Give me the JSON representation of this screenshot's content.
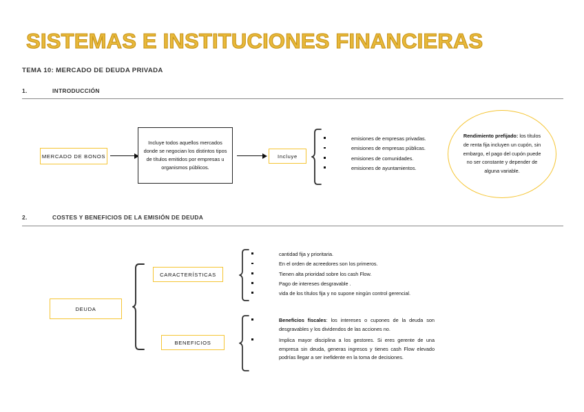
{
  "document": {
    "title": "SISTEMAS E INSTITUCIONES FINANCIERAS",
    "subtitle": "TEMA 10: MERCADO DE DEUDA PRIVADA",
    "title_color": "#e8b93a",
    "accent_color": "#f5c431",
    "rule_color": "#888888"
  },
  "sections": [
    {
      "number": "1.",
      "heading": "INTRODUCCIÓN"
    },
    {
      "number": "2.",
      "heading": "COSTES Y BENEFICIOS DE LA EMISIÓN DE DEUDA"
    }
  ],
  "diagram1": {
    "start_box": "MERCADO DE BONOS",
    "definition_box": "Incluye todos aquellos mercados donde se negocian los distintos tipos de títulos emitidos por empresas u organismos públicos.",
    "includes_box": "Incluye",
    "includes_items": [
      "emisiones de empresas privadas.",
      "emisiones de empresas públicas.",
      "emisiones de comunidades.",
      "emisiones de ayuntamientos."
    ],
    "note_ellipse": {
      "lead": "Rendimiento prefijado:",
      "body": " los títulos de renta fija incluyen un cupón, sin embargo, el pago del cupón puede no ser constante y depender de alguna variable."
    }
  },
  "diagram2": {
    "root_box": "DEUDA",
    "branch_characteristics": "CARACTERÍSTICAS",
    "branch_benefits": "BENEFICIOS",
    "characteristics_items": [
      "cantidad fija y prioritaria.",
      "En el orden de acreedores son los primeros.",
      "Tienen alta prioridad sobre los cash Flow.",
      "Pago de intereses desgravable .",
      "vida de los títulos fija y no supone ningún control gerencial."
    ],
    "benefits_items": [
      {
        "lead": "Beneficios fiscales",
        "body": ": los intereses o cupones de la deuda son desgravables y los dividendos de las acciones no."
      },
      {
        "lead": "",
        "body": "Implica mayor disciplina a los gestores. Si eres gerente de una empresa sin deuda, generas ingresos y tienes cash Flow elevado podrías llegar a ser inefidente en la toma de decisiones."
      }
    ]
  }
}
